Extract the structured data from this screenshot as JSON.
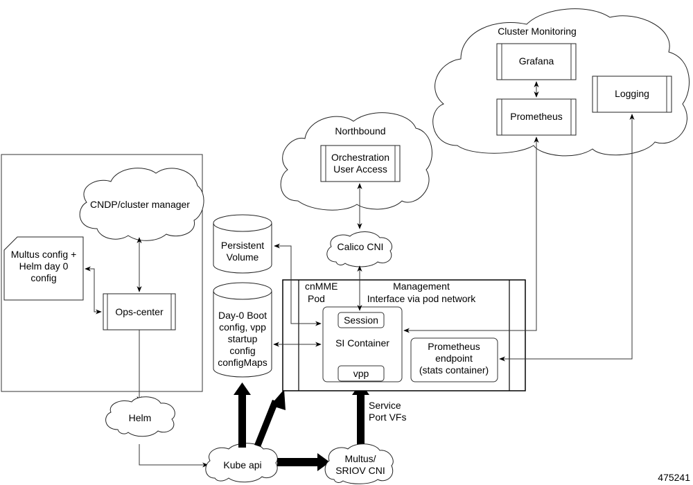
{
  "diagram": {
    "nodes": {
      "cluster_monitoring": {
        "label": "Cluster Monitoring",
        "shape": "cloud"
      },
      "grafana": {
        "label": "Grafana",
        "shape": "process-box"
      },
      "prometheus": {
        "label": "Prometheus",
        "shape": "process-box"
      },
      "logging": {
        "label": "Logging",
        "shape": "process-box"
      },
      "northbound": {
        "label": "Northbound",
        "shape": "cloud"
      },
      "orchestration": {
        "line1": "Orchestration",
        "line2": "User Access",
        "shape": "process-box"
      },
      "cndp": {
        "label": "CNDP/cluster manager",
        "shape": "cloud"
      },
      "multus_config": {
        "line1": "Multus config +",
        "line2": "Helm day 0",
        "line3": "config",
        "shape": "card"
      },
      "ops_center": {
        "label": "Ops-center",
        "shape": "process-box"
      },
      "persistent_volume": {
        "line1": "Persistent",
        "line2": "Volume",
        "shape": "cylinder"
      },
      "calico": {
        "label": "Calico CNI",
        "shape": "cloud"
      },
      "day0": {
        "line1": "Day-0 Boot",
        "line2": "config, vpp",
        "line3": "startup",
        "line4": "config",
        "line5": "configMaps",
        "shape": "cylinder"
      },
      "cnmme_pod": {
        "line1": "cnMME",
        "line2": "Pod",
        "shape": "process-box"
      },
      "management": {
        "line1": "Management",
        "line2": "Interface via pod network"
      },
      "si_container": {
        "label": "SI Container",
        "shape": "rounded-box"
      },
      "session": {
        "label": "Session",
        "shape": "rounded-box"
      },
      "vpp": {
        "label": "vpp",
        "shape": "rounded-box"
      },
      "prom_endpoint": {
        "line1": "Prometheus",
        "line2": "endpoint",
        "line3": "(stats container)",
        "shape": "rounded-box"
      },
      "helm": {
        "label": "Helm",
        "shape": "cloud"
      },
      "kube_api": {
        "label": "Kube api",
        "shape": "cloud"
      },
      "multus_sriov": {
        "line1": "Multus/",
        "line2": "SRIOV CNI",
        "shape": "cloud"
      },
      "service_port": {
        "line1": "Service",
        "line2": "Port VFs"
      }
    },
    "edges": [
      {
        "from": "grafana",
        "to": "prometheus",
        "style": "bidirectional"
      },
      {
        "from": "si_container",
        "to": "prometheus",
        "style": "bidirectional"
      },
      {
        "from": "prom_endpoint",
        "to": "logging",
        "style": "bidirectional"
      },
      {
        "from": "orchestration",
        "to": "calico",
        "style": "bidirectional"
      },
      {
        "from": "calico",
        "to": "session",
        "style": "bidirectional"
      },
      {
        "from": "cndp",
        "to": "ops_center",
        "style": "bidirectional"
      },
      {
        "from": "ops_center",
        "to": "multus_config",
        "style": "bidirectional"
      },
      {
        "from": "si_container",
        "to": "persistent_volume",
        "style": "bidirectional"
      },
      {
        "from": "day0",
        "to": "si_container",
        "style": "bidirectional"
      },
      {
        "from": "ops_center",
        "to": "helm",
        "style": "directed"
      },
      {
        "from": "helm",
        "to": "kube_api",
        "style": "directed"
      },
      {
        "from": "kube_api",
        "to": "day0",
        "style": "thick"
      },
      {
        "from": "kube_api",
        "to": "cnmme_pod",
        "style": "thick"
      },
      {
        "from": "kube_api",
        "to": "multus_sriov",
        "style": "thick"
      },
      {
        "from": "multus_sriov",
        "to": "vpp",
        "style": "thick"
      }
    ],
    "figure_id": "475241"
  }
}
